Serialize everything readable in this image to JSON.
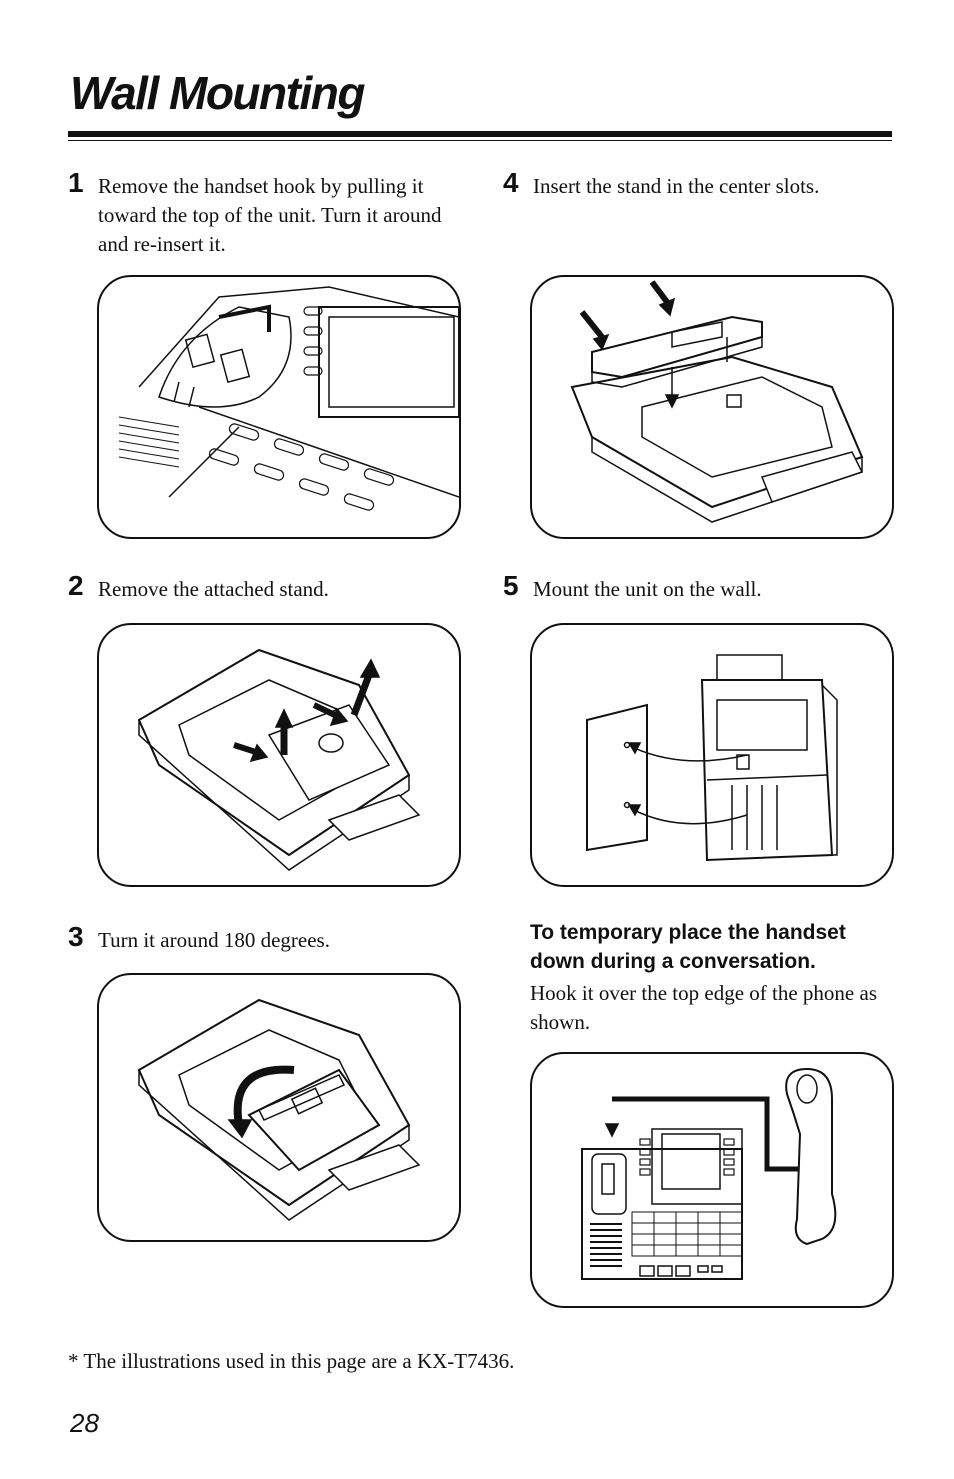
{
  "page": {
    "title": "Wall Mounting",
    "page_number": "28"
  },
  "steps": [
    {
      "num": "1",
      "text": "Remove the handset hook by pulling it toward the top of the unit. Turn it around and re-insert it."
    },
    {
      "num": "2",
      "text": "Remove the attached stand."
    },
    {
      "num": "3",
      "text": "Turn it around 180 degrees."
    },
    {
      "num": "4",
      "text": "Insert the stand in the center slots."
    },
    {
      "num": "5",
      "text": "Mount the unit on the wall."
    }
  ],
  "temporary": {
    "heading": "To temporary place the handset down during a conversation.",
    "body": "Hook it over the top edge of the phone as shown."
  },
  "footnote": "* The illustrations used in this page are a KX-T7436."
}
